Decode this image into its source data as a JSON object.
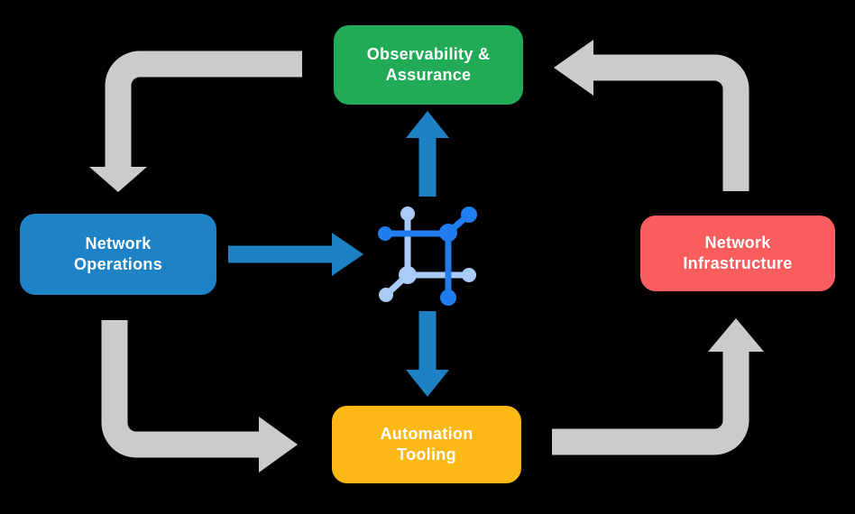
{
  "colors": {
    "background": "#000000",
    "text": "#FFFFFF",
    "gray_arrow": "#CBCBCB",
    "blue_arrow": "#1E81C5",
    "node_green": "#22AB56",
    "node_blue": "#1E82C6",
    "node_red": "#F95D5D",
    "node_yellow": "#FCB815",
    "icon_dark_blue": "#1F7DF0",
    "icon_light_blue": "#A9CBF7"
  },
  "nodes": [
    {
      "id": "observability-assurance",
      "label_line1": "Observability &",
      "label_line2": "Assurance",
      "color": "#22AB56"
    },
    {
      "id": "network-operations",
      "label_line1": "Network",
      "label_line2": "Operations",
      "color": "#1E82C6"
    },
    {
      "id": "network-infrastructure",
      "label_line1": "Network",
      "label_line2": "Infrastructure",
      "color": "#F95D5D"
    },
    {
      "id": "automation-tooling",
      "label_line1": "Automation",
      "label_line2": "Tooling",
      "color": "#FCB815"
    }
  ],
  "center_icon": {
    "name": "network-node-icon"
  },
  "edges": [
    {
      "from": "Observability & Assurance",
      "to": "Network Operations",
      "style": "gray"
    },
    {
      "from": "Network Operations",
      "to": "Automation Tooling",
      "style": "gray"
    },
    {
      "from": "Automation Tooling",
      "to": "Network Infrastructure",
      "style": "gray"
    },
    {
      "from": "Network Infrastructure",
      "to": "Observability & Assurance",
      "style": "gray"
    },
    {
      "from": "Network Operations",
      "to": "network-node-icon",
      "style": "blue"
    },
    {
      "from": "network-node-icon",
      "to": "Observability & Assurance",
      "style": "blue"
    },
    {
      "from": "network-node-icon",
      "to": "Automation Tooling",
      "style": "blue"
    }
  ]
}
